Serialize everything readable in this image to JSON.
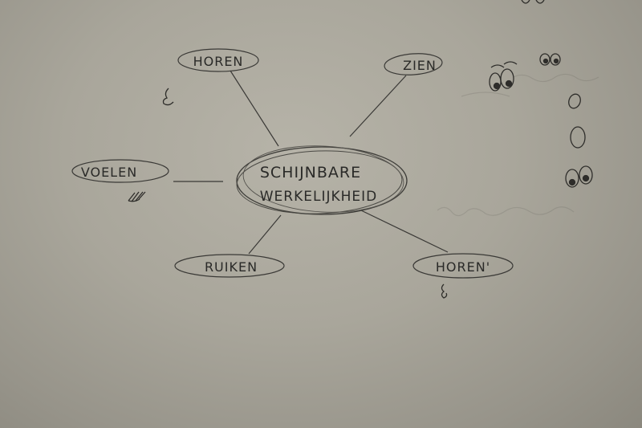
{
  "mindmap": {
    "center": {
      "line1": "SCHIJNBARE",
      "line2": "WERKELIJKHEID"
    },
    "nodes": {
      "top_left": "HOREN",
      "top_right": "ZIEN",
      "left": "VOELEN",
      "bottom_left": "RUIKEN",
      "bottom_right": "HOREN'"
    }
  },
  "icons": [
    "eyes-icon",
    "ear-icon",
    "hand-icon",
    "nose-icon",
    "mouth-icon"
  ],
  "colors": {
    "whiteboard": "#a9a69b",
    "marker": "#2a2a28"
  }
}
